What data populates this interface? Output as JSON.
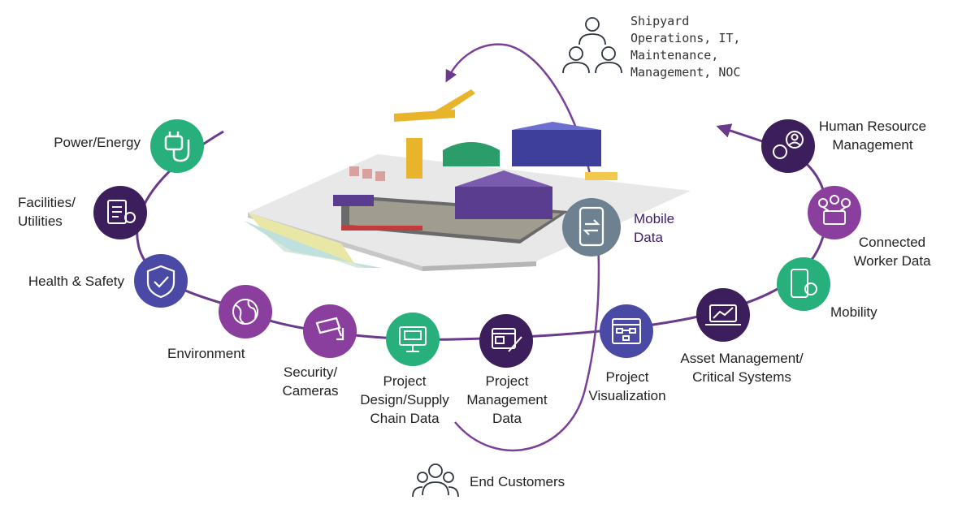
{
  "colors": {
    "green": "#27b07c",
    "dark_purple": "#3c1e5c",
    "violet": "#4a4aa6",
    "magenta": "#8a3f9e",
    "slate": "#6e8190",
    "arc": "#6a3a8c",
    "ring_stroke": "#5a2f7e"
  },
  "nodes": [
    {
      "id": "power-energy",
      "lines": [
        "Power/Energy"
      ],
      "icon": "plug-icon"
    },
    {
      "id": "facilities-utilities",
      "lines": [
        "Facilities/",
        "Utilities"
      ],
      "icon": "document-gear-icon"
    },
    {
      "id": "health-safety",
      "lines": [
        "Health & Safety"
      ],
      "icon": "shield-check-icon"
    },
    {
      "id": "environment",
      "lines": [
        "Environment"
      ],
      "icon": "globe-leaf-icon"
    },
    {
      "id": "security-cameras",
      "lines": [
        "Security/",
        "Cameras"
      ],
      "icon": "camera-icon"
    },
    {
      "id": "project-design",
      "lines": [
        "Project",
        "Design/Supply",
        "Chain Data"
      ],
      "icon": "blueprint-monitor-icon"
    },
    {
      "id": "project-management",
      "lines": [
        "Project",
        "Management",
        "Data"
      ],
      "icon": "document-pen-icon"
    },
    {
      "id": "project-visualization",
      "lines": [
        "Project",
        "Visualization"
      ],
      "icon": "flowchart-window-icon"
    },
    {
      "id": "asset-management",
      "lines": [
        "Asset Management/",
        "Critical Systems"
      ],
      "icon": "chart-laptop-icon"
    },
    {
      "id": "mobility",
      "lines": [
        "Mobility"
      ],
      "icon": "tablet-gear-icon"
    },
    {
      "id": "connected-worker",
      "lines": [
        "Connected",
        "Worker Data"
      ],
      "icon": "network-users-icon"
    },
    {
      "id": "human-resource",
      "lines": [
        "Human Resource",
        "Management"
      ],
      "icon": "person-gears-icon"
    },
    {
      "id": "mobile-data",
      "lines": [
        "Mobile",
        "Data"
      ],
      "icon": "phone-sync-icon"
    }
  ],
  "stakeholders": {
    "top": {
      "lines": [
        "Shipyard",
        "Operations, IT,",
        "Maintenance,",
        "Management, NOC"
      ],
      "icon": "team-icon"
    },
    "bottom": {
      "lines": [
        "End Customers"
      ],
      "icon": "group-icon"
    }
  }
}
